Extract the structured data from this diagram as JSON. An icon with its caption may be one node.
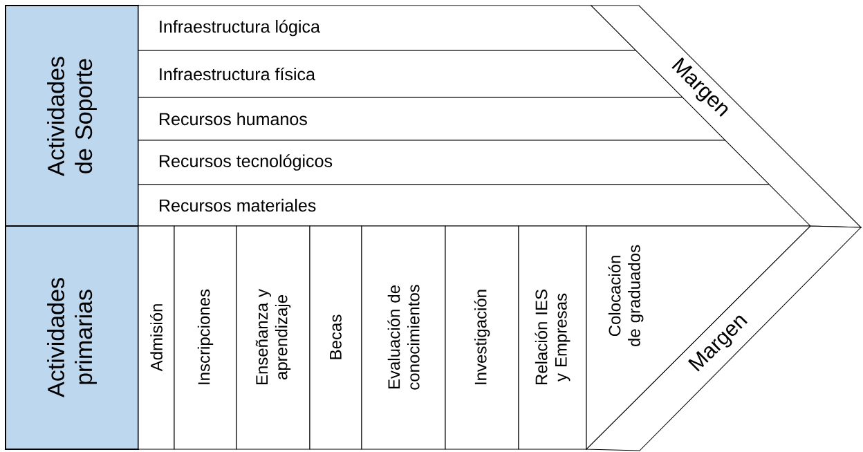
{
  "diagram": {
    "nodes": [
      {
        "text": [
          "Actividades de Soporte"
        ]
      },
      {
        "text": [
          "Actividades primarias"
        ]
      },
      {
        "text": [
          "Infraestructura lógica"
        ]
      },
      {
        "text": [
          "Infraestructura física"
        ]
      },
      {
        "text": [
          "Recursos humanos"
        ]
      },
      {
        "text": [
          "Recursos tecnológicos"
        ]
      },
      {
        "text": [
          "Recursos materiales"
        ]
      },
      {
        "text": [
          "Admisión"
        ]
      },
      {
        "text": [
          "Inscripciones"
        ]
      },
      {
        "text": [
          "Enseñanza y aprendizaje"
        ]
      },
      {
        "text": [
          "Becas"
        ]
      },
      {
        "text": [
          "Evaluación de conocimientos"
        ]
      },
      {
        "text": [
          "Investigación"
        ]
      },
      {
        "text": [
          "Relación IES y Empresas"
        ]
      },
      {
        "text": [
          "Colocación de graduados"
        ]
      },
      {
        "text": [
          "Margen"
        ]
      },
      {
        "text": [
          "Margen"
        ]
      }
    ]
  }
}
